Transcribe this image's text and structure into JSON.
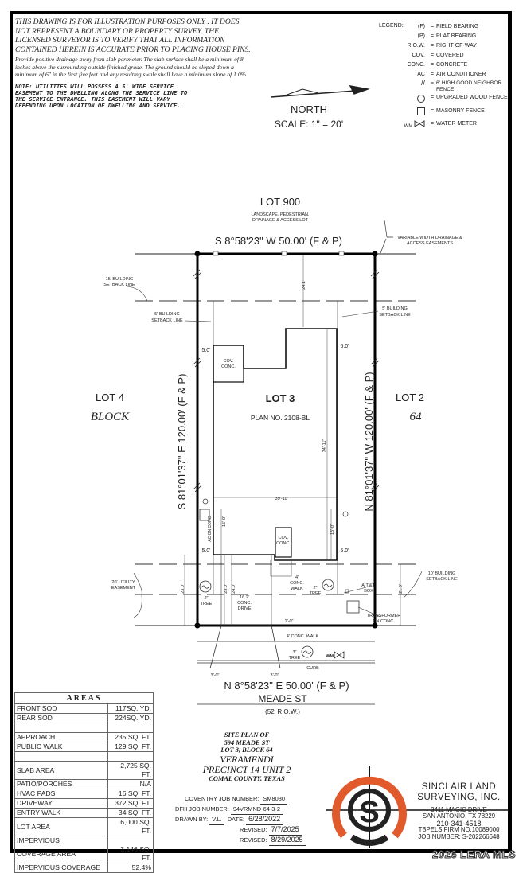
{
  "notes": {
    "disclaimer": "THIS DRAWING IS FOR ILLUSTRATION PURPOSES ONLY . IT DOES NOT REPRESENT A BOUNDARY OR PROPERTY SURVEY. THE LICENSED SURVEYOR IS TO VERIFY THAT ALL INFORMATION CONTAINED HEREIN IS ACCURATE PRIOR TO PLACING HOUSE PINS.",
    "drainage": "Provide positive drainage away from slab perimeter. The slab surface shall be a minimum of 8 inches above the surrounding outside finished grade. The ground should be sloped down a minimum of 6\" in the first five feet and any resulting swale shall have a minimum slope of 1.0%.",
    "utilities": "NOTE: UTILITIES WILL POSSESS A 5' WIDE SERVICE EASEMENT TO THE DWELLING ALONG THE SERVICE LINE TO THE SERVICE ENTRANCE. THIS EASEMENT WILL VARY DEPENDING UPON LOCATION OF DWELLING AND SERVICE."
  },
  "legend": {
    "title": "LEGEND:",
    "items": [
      {
        "abbr": "(F)",
        "desc": "FIELD BEARING"
      },
      {
        "abbr": "(P)",
        "desc": "PLAT BEARING"
      },
      {
        "abbr": "R.O.W.",
        "desc": "RIGHT-OF-WAY"
      },
      {
        "abbr": "COV.",
        "desc": "COVERED"
      },
      {
        "abbr": "CONC.",
        "desc": "CONCRETE"
      },
      {
        "abbr": "AC",
        "desc": "AIR CONDITIONER"
      },
      {
        "abbr": "//",
        "desc": "6' HIGH GOOD NEIGHBOR FENCE"
      },
      {
        "abbr": "",
        "desc": "UPGRADED WOOD FENCE",
        "icon": "circle-symbol"
      },
      {
        "abbr": "",
        "desc": "MASONRY FENCE",
        "icon": "square-symbol"
      },
      {
        "abbr": "WM.",
        "desc": "WATER METER",
        "icon": "water-meter-symbol"
      }
    ],
    "eq": "="
  },
  "north": {
    "label": "NORTH",
    "scale": "SCALE: 1\" = 20'"
  },
  "plan": {
    "lot_north": "LOT 900",
    "lot_north_sub1": "LANDSCAPE, PEDESTRIAN,",
    "lot_north_sub2": "DRAINAGE & ACCESS LOT",
    "bearing_top": "S 8°58'23\" W 50.00' (F & P)",
    "bearing_bottom": "N 8°58'23\" E 50.00' (F & P)",
    "bearing_left": "S 81°01'37\" E 120.00' (F & P)",
    "bearing_right": "N 81°01'37\" W 120.00' (F & P)",
    "lot_left": "LOT 4",
    "block_word": "BLOCK",
    "lot_right": "LOT 2",
    "block_num": "64",
    "lot": "LOT 3",
    "plan_no": "PLAN NO. 2108-BL",
    "street": "MEADE ST",
    "row": "(52' R.O.W.)",
    "drain1": "VARIABLE WIDTH DRAINAGE &",
    "drain2": "ACCESS EASEMENTS",
    "bsl15a": "15' BUILDING",
    "bsl15b": "SETBACK LINE",
    "bsl5a": "5' BUILDING",
    "bsl5b": "SETBACK LINE",
    "bsl10a": "10' BUILDING",
    "bsl10b": "SETBACK LINE",
    "d241": "24.1'",
    "d50": "5.0'",
    "cov": "COV.",
    "conc": "CONC.",
    "d7411": "74'-11\"",
    "d3911": "39'-11\"",
    "d150": "15'-0\"",
    "ac": "AC ON CONC.",
    "ue1": "20' UTILITY",
    "ue2": "EASEMENT",
    "d230": "23.0'",
    "d240": "24.0'",
    "d210": "21.0'",
    "tree2": "2\"",
    "tree3": "3\"",
    "tree": "TREE",
    "drive1": "16.2'",
    "drive3": "DRIVE",
    "walk4": "4'",
    "walk": "WALK",
    "att1": "A.T.&T.",
    "att2": "BOX",
    "tr1": "TRANSFORMER",
    "tr2": "ON CONC.",
    "d10": "1'-0\"",
    "pubwalk": "4' CONC. WALK",
    "wm": "WM.",
    "curb": "CURB",
    "d30": "3'-0\""
  },
  "areas": {
    "title": "AREAS",
    "rows": [
      {
        "label": "FRONT SOD",
        "value": "117SQ. YD."
      },
      {
        "label": "REAR SOD",
        "value": "224SQ. YD."
      },
      {
        "label": "",
        "value": ""
      },
      {
        "label": "APPROACH",
        "value": "235 SQ. FT."
      },
      {
        "label": "PUBLIC WALK",
        "value": "129 SQ. FT."
      },
      {
        "label": "",
        "value": ""
      },
      {
        "label": "SLAB AREA",
        "value": "2,725 SQ. FT."
      },
      {
        "label": "PATIO/PORCHES",
        "value": "N/A"
      },
      {
        "label": "HVAC PADS",
        "value": "16 SQ. FT."
      },
      {
        "label": "DRIVEWAY",
        "value": "372 SQ. FT."
      },
      {
        "label": "ENTRY WALK",
        "value": "34 SQ. FT."
      },
      {
        "label": "LOT AREA",
        "value": "6,000 SQ. FT."
      },
      {
        "label": "IMPERVIOUS",
        "value": ""
      },
      {
        "label": "COVERAGE AREA",
        "value": "3,146 SQ. FT."
      },
      {
        "label": "IMPERVIOUS COVERAGE",
        "value": "52.4%"
      }
    ]
  },
  "title_block": {
    "l1": "SITE PLAN OF",
    "l2": "594 MEADE ST",
    "l3": "LOT 3, BLOCK 64",
    "l4": "VERAMENDI",
    "l5": "PRECINCT 14 UNIT 2",
    "l6": "COMAL COUNTY, TEXAS",
    "coventry_label": "COVENTRY JOB NUMBER:",
    "coventry": "SM8030",
    "dfh_label": "DFH JOB NUMBER:",
    "dfh": "94VRMND-64-3-2",
    "drawn_label": "DRAWN BY:",
    "drawn": "V.L.",
    "date_label": "DATE:",
    "date": "6/28/2022",
    "rev_label": "REVISED:",
    "rev1": "7/7/2025",
    "rev2": "8/29/2025"
  },
  "firm": {
    "name1": "SINCLAIR LAND",
    "name2": "SURVEYING, INC.",
    "addr1": "3411 MAGIC DRIVE",
    "addr2": "SAN ANTONIO, TX 78229",
    "phone": "210-341-4518",
    "tbpels": "TBPELS FIRM NO.10089000",
    "job": "JOB NUMBER: S-202266648",
    "logo_letter": "S",
    "colors": {
      "orange": "#e05a2b",
      "dark": "#222222"
    }
  },
  "watermark": "2026 LERA MLS"
}
